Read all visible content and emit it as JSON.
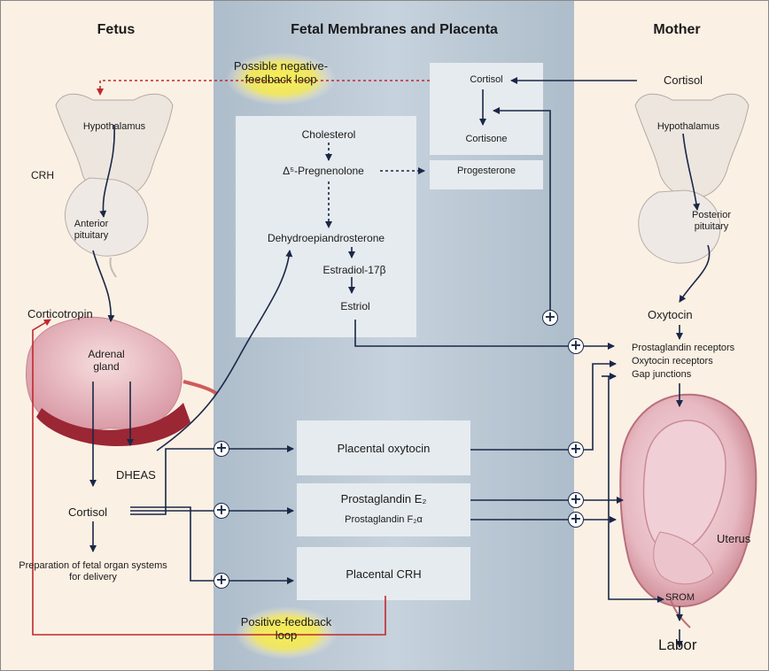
{
  "headers": {
    "fetus": "Fetus",
    "membranes": "Fetal Membranes and Placenta",
    "mother": "Mother"
  },
  "feedback": {
    "negative": "Possible negative-feedback loop",
    "positive": "Positive-feedback loop"
  },
  "fetus": {
    "hypothalamus": "Hypothalamus",
    "crh": "CRH",
    "anterior_pituitary": "Anterior pituitary",
    "corticotropin": "Corticotropin",
    "adrenal_gland": "Adrenal gland",
    "dheas": "DHEAS",
    "cortisol": "Cortisol",
    "preparation": "Preparation of fetal organ systems for delivery"
  },
  "placenta": {
    "cortisol": "Cortisol",
    "cortisone": "Cortisone",
    "cholesterol": "Cholesterol",
    "pregnenolone": "Δ⁵-Pregnenolone",
    "progesterone": "Progesterone",
    "dhea": "Dehydroepiandrosterone",
    "estradiol": "Estradiol-17β",
    "estriol": "Estriol",
    "placental_oxytocin": "Placental oxytocin",
    "pge2": "Prostaglandin E₂",
    "pgf2a": "Prostaglandin F₂α",
    "placental_crh": "Placental CRH"
  },
  "mother": {
    "cortisol": "Cortisol",
    "hypothalamus": "Hypothalamus",
    "posterior_pituitary": "Posterior pituitary",
    "oxytocin": "Oxytocin",
    "pg_receptors": "Prostaglandin receptors",
    "ot_receptors": "Oxytocin receptors",
    "gap_junctions": "Gap junctions",
    "uterus": "Uterus",
    "srom": "SROM",
    "labor": "Labor"
  },
  "plus_sign": "+",
  "colors": {
    "background": "#fbf0e4",
    "center_band": "#b9c7d4",
    "box": "#e6ebef",
    "arrow": "#1a2747",
    "feedback_red": "#c0282d",
    "highlight": "#f5e95a"
  }
}
